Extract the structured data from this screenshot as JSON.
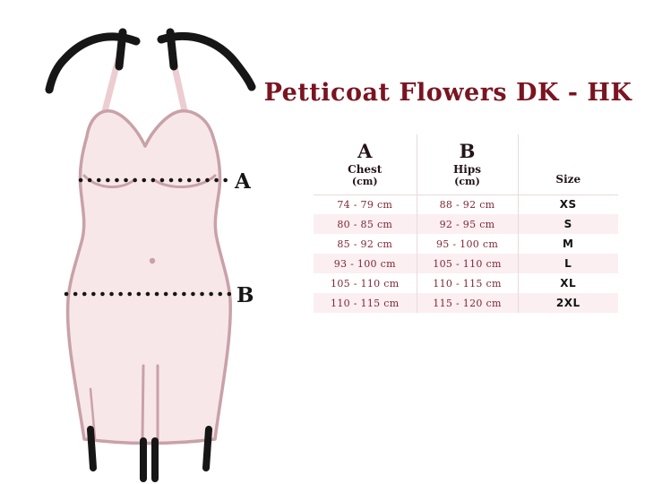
{
  "title": "Petticoat Flowers DK - HK",
  "illustration": {
    "description": "hand-drawn petticoat sketch with measurement lines",
    "marker_a": "A",
    "marker_b": "B"
  },
  "size_table": {
    "header": {
      "col_a_letter": "A",
      "col_a_name": "Chest",
      "col_a_unit": "(cm)",
      "col_b_letter": "B",
      "col_b_name": "Hips",
      "col_b_unit": "(cm)",
      "size_label": "Size"
    },
    "rows": [
      {
        "chest": "74 - 79 cm",
        "hips": "88 - 92 cm",
        "size": "XS"
      },
      {
        "chest": "80 - 85 cm",
        "hips": "92 - 95 cm",
        "size": "S"
      },
      {
        "chest": "85 - 92 cm",
        "hips": "95 - 100 cm",
        "size": "M"
      },
      {
        "chest": "93 - 100 cm",
        "hips": "105 - 110 cm",
        "size": "L"
      },
      {
        "chest": "105 - 110 cm",
        "hips": "110 - 115 cm",
        "size": "XL"
      },
      {
        "chest": "110 - 115 cm",
        "hips": "115 - 120 cm",
        "size": "2XL"
      }
    ]
  },
  "chart_data": {
    "type": "table",
    "title": "Petticoat Flowers DK - HK",
    "columns": [
      "A Chest (cm)",
      "B Hips (cm)",
      "Size"
    ],
    "rows": [
      [
        "74 - 79 cm",
        "88 - 92 cm",
        "XS"
      ],
      [
        "80 - 85 cm",
        "92 - 95 cm",
        "S"
      ],
      [
        "85 - 92 cm",
        "95 - 100 cm",
        "M"
      ],
      [
        "93 - 100 cm",
        "105 - 110 cm",
        "L"
      ],
      [
        "105 - 110 cm",
        "110 - 115 cm",
        "XL"
      ],
      [
        "110 - 115 cm",
        "115 - 120 cm",
        "2XL"
      ]
    ]
  },
  "colors": {
    "accent_maroon": "#7a1420",
    "measure_text": "#7f2733",
    "size_text": "#141414",
    "row_alt_bg": "#fbeff1",
    "table_border": "#e9dadc",
    "dress_fill": "#f7e7e9",
    "dress_outline": "#c9a1a8",
    "ink_black": "#161616"
  }
}
